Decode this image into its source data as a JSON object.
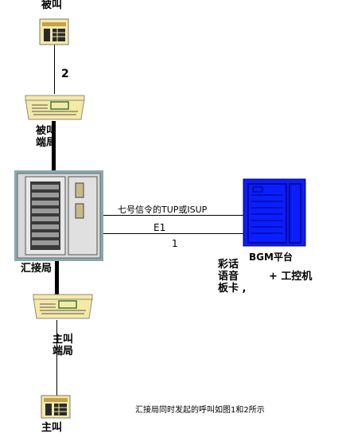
{
  "nodes": {
    "called_party": {
      "label": "被叫"
    },
    "called_terminal": {
      "label_line1": "被叫",
      "label_line2": "端局"
    },
    "tandem": {
      "label": "汇接局"
    },
    "calling_terminal": {
      "label_line1": "主叫",
      "label_line2": "端局"
    },
    "calling_party": {
      "label": "主叫"
    },
    "bgm": {
      "label_line1": "BGM平台",
      "label_line2_a": "彩话",
      "label_line3_a": "语音",
      "label_line3_b": "+ 工控机",
      "label_line4_a": "板卡 ,"
    }
  },
  "links": {
    "upper_hop_number": "2",
    "signaling": "七号信令的TUP或ISUP",
    "e1": "E1",
    "e1_number": "1"
  },
  "caption": "汇接局同时发起的呼叫如图1和2所示",
  "colors": {
    "phone_body": "#f5e9a6",
    "phone_dark": "#2a2a2a",
    "exchange_body": "#d9d9d9",
    "exchange_frame": "#8aa8b0",
    "bgm_blue": "#0a1eff"
  }
}
